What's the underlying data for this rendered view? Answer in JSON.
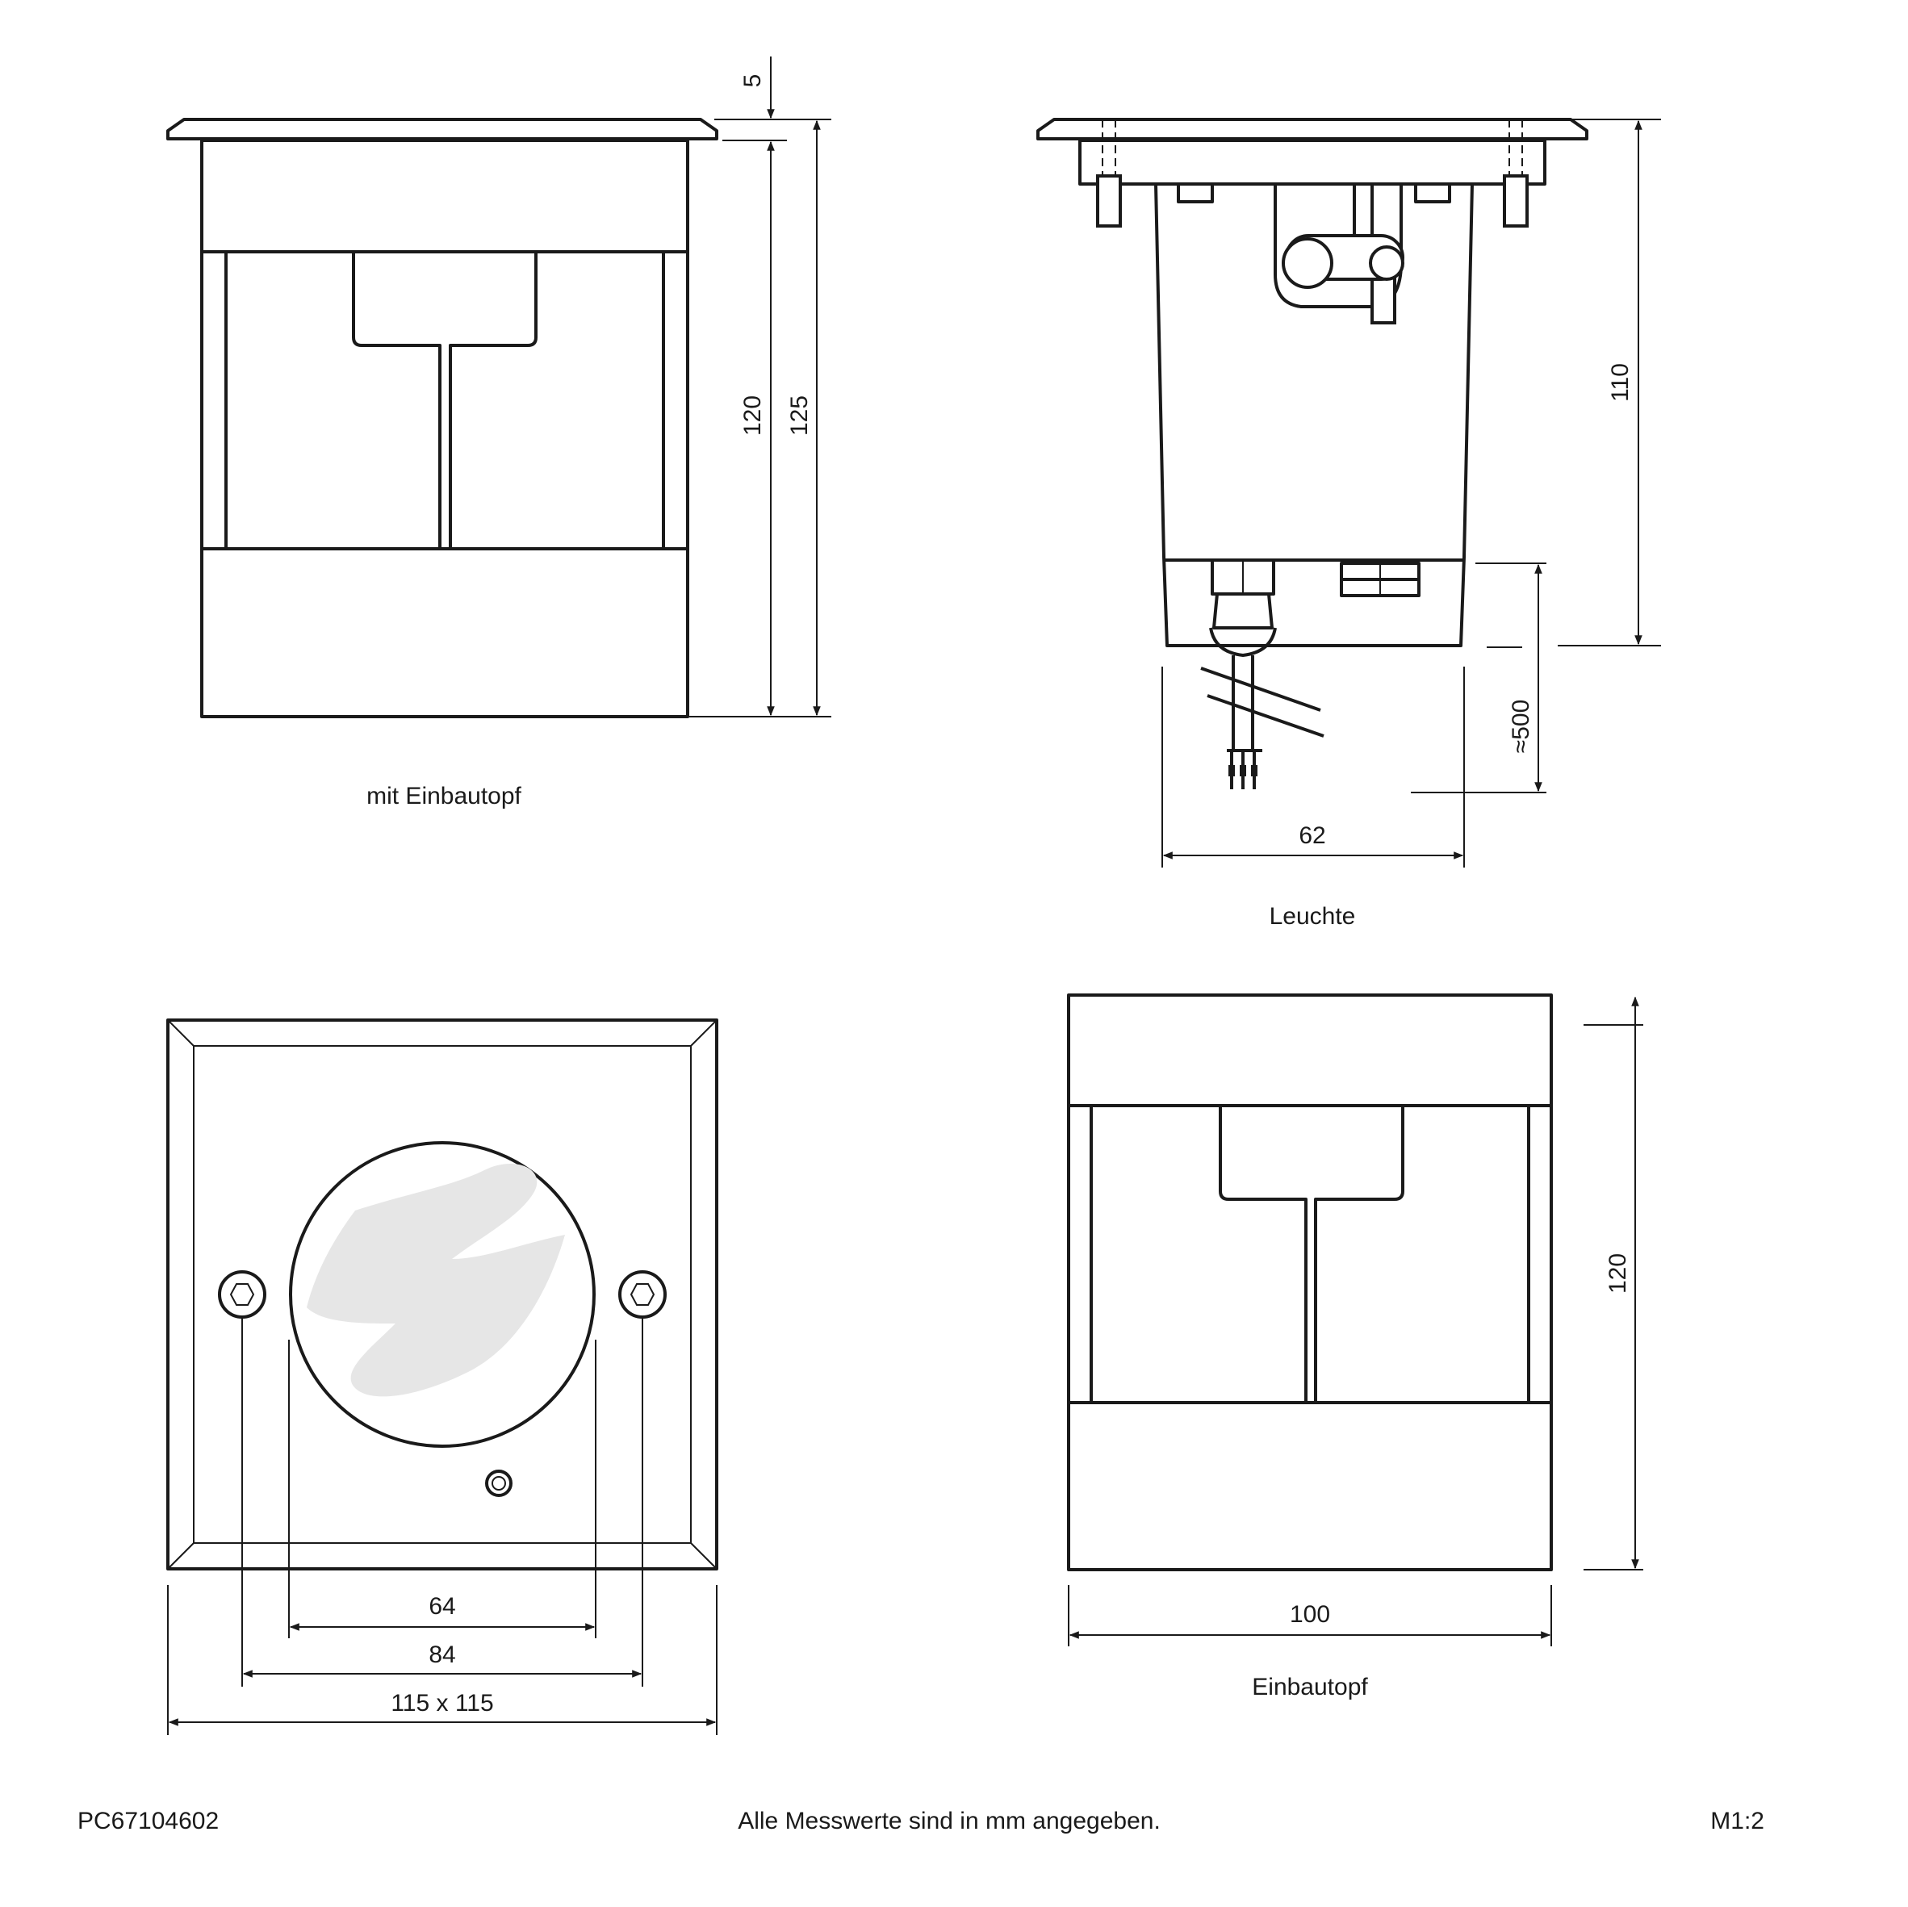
{
  "views": {
    "side_with_housing": {
      "caption": "mit Einbautopf",
      "dim_top": "5",
      "dim_body": "120",
      "dim_total": "125"
    },
    "luminaire": {
      "caption": "Leuchte",
      "dim_height": "110",
      "dim_cable": "≈500",
      "dim_width": "62"
    },
    "top_view": {
      "dim_lens": "64",
      "dim_screws": "84",
      "dim_frame": "115 x 115"
    },
    "housing": {
      "caption": "Einbautopf",
      "dim_height": "120",
      "dim_width": "100"
    }
  },
  "footer": {
    "article_number": "PC67104602",
    "note": "Alle Messwerte sind in mm angegeben.",
    "scale": "M1:2"
  }
}
